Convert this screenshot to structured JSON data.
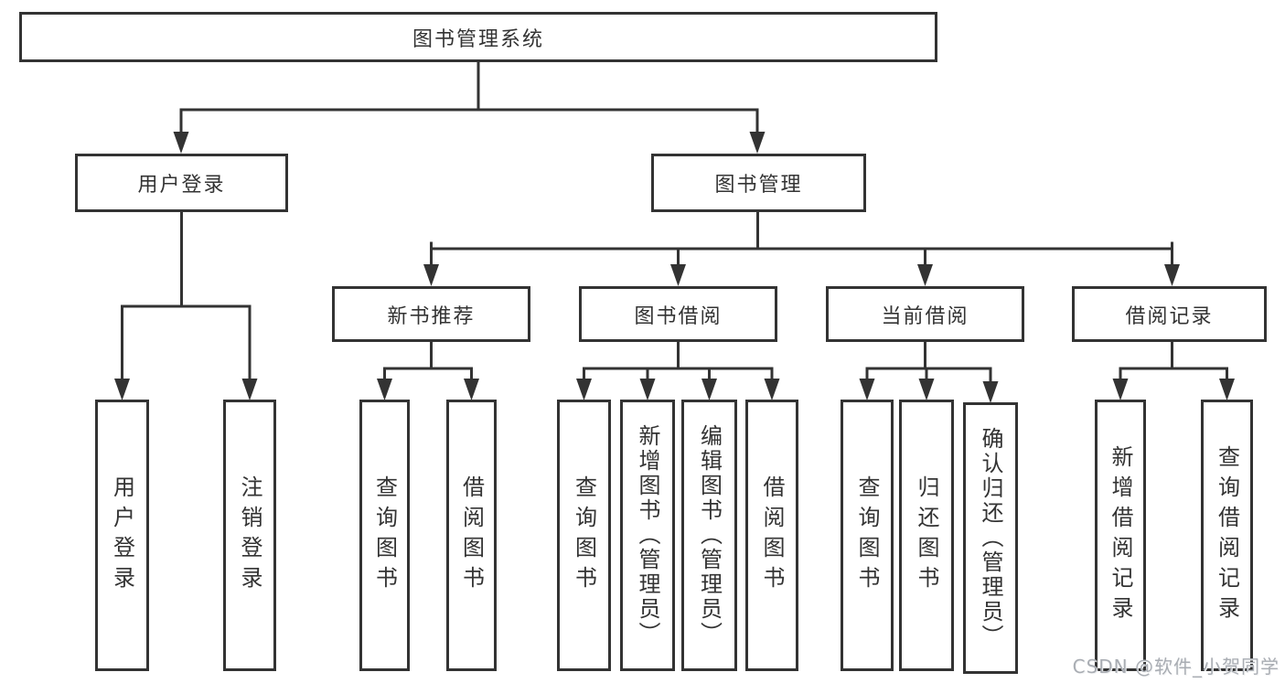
{
  "colors": {
    "line": "#333333",
    "box_border": "#333333",
    "text": "#333333",
    "watermark": "#a9adb3",
    "background": "#ffffff"
  },
  "nodes": {
    "root": {
      "label": "图书管理系统"
    },
    "user_login": {
      "label": "用户登录"
    },
    "book_management": {
      "label": "图书管理"
    },
    "new_book_recommend": {
      "label": "新书推荐"
    },
    "book_borrow": {
      "label": "图书借阅"
    },
    "current_borrow": {
      "label": "当前借阅"
    },
    "borrow_records": {
      "label": "借阅记录"
    },
    "leaf_user_login": {
      "label": "用户登录"
    },
    "leaf_logout": {
      "label": "注销登录"
    },
    "leaf_rec_query_books": {
      "label": "查询图书"
    },
    "leaf_rec_borrow_books": {
      "label": "借阅图书"
    },
    "leaf_bb_query_books": {
      "label": "查询图书"
    },
    "leaf_bb_add_books_admin": {
      "label": "新增图书（管理员）"
    },
    "leaf_bb_edit_books_admin": {
      "label": "编辑图书（管理员）"
    },
    "leaf_bb_borrow_books": {
      "label": "借阅图书"
    },
    "leaf_cb_query_books": {
      "label": "查询图书"
    },
    "leaf_cb_return_books": {
      "label": "归还图书"
    },
    "leaf_cb_confirm_return_admin": {
      "label": "确认归还（管理员）"
    },
    "leaf_br_add_record": {
      "label": "新增借阅记录"
    },
    "leaf_br_query_record": {
      "label": "查询借阅记录"
    }
  },
  "watermark": {
    "text": "CSDN @软件_小贺同学"
  }
}
